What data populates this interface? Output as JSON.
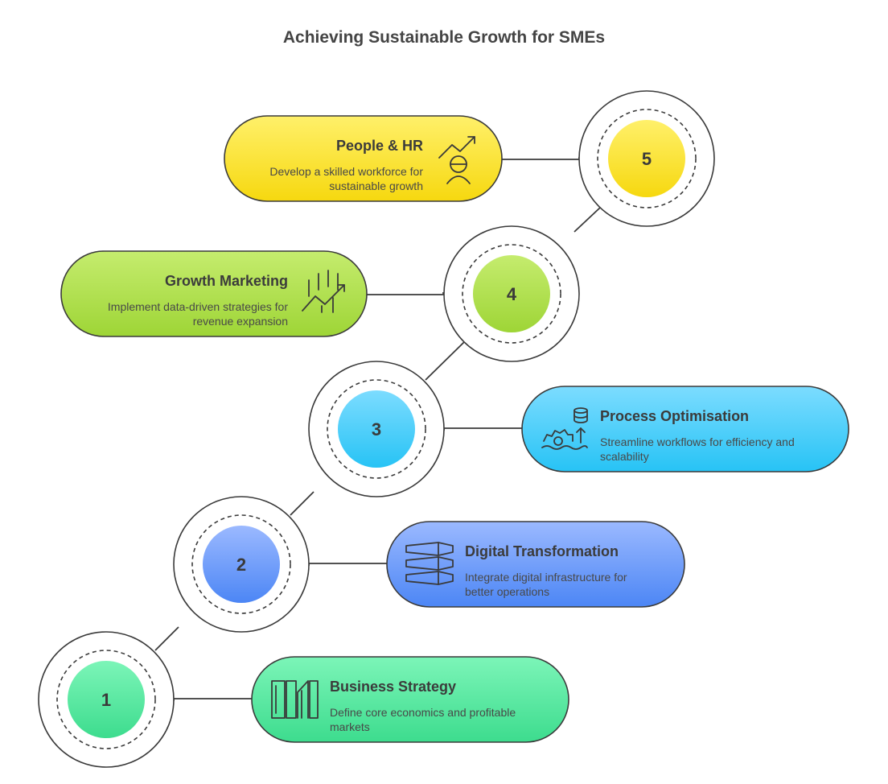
{
  "title": "Achieving Sustainable Growth for SMEs",
  "steps": [
    {
      "number": "1",
      "title": "Business Strategy",
      "desc_line1": "Define core economics and profitable",
      "desc_line2": "markets",
      "icon": "bookshelf-icon",
      "color_top": "#7cf5b8",
      "color_bottom": "#3ddc8e"
    },
    {
      "number": "2",
      "title": "Digital Transformation",
      "desc_line1": "Integrate digital infrastructure for",
      "desc_line2": "better operations",
      "icon": "server-stack-icon",
      "color_top": "#9bb9ff",
      "color_bottom": "#4c86f5"
    },
    {
      "number": "3",
      "title": "Process Optimisation",
      "desc_line1": "Streamline workflows for efficiency and",
      "desc_line2": "scalability",
      "icon": "gear-database-icon",
      "color_top": "#7cdcff",
      "color_bottom": "#27c3f5"
    },
    {
      "number": "4",
      "title": "Growth Marketing",
      "desc_line1": "Implement data-driven strategies for",
      "desc_line2": "revenue expansion",
      "icon": "growth-chart-icon",
      "color_top": "#c5ec6e",
      "color_bottom": "#9ed536"
    },
    {
      "number": "5",
      "title": "People & HR",
      "desc_line1": "Develop a skilled workforce for",
      "desc_line2": "sustainable growth",
      "icon": "person-growth-icon",
      "color_top": "#fff06a",
      "color_bottom": "#f6d80f"
    }
  ]
}
